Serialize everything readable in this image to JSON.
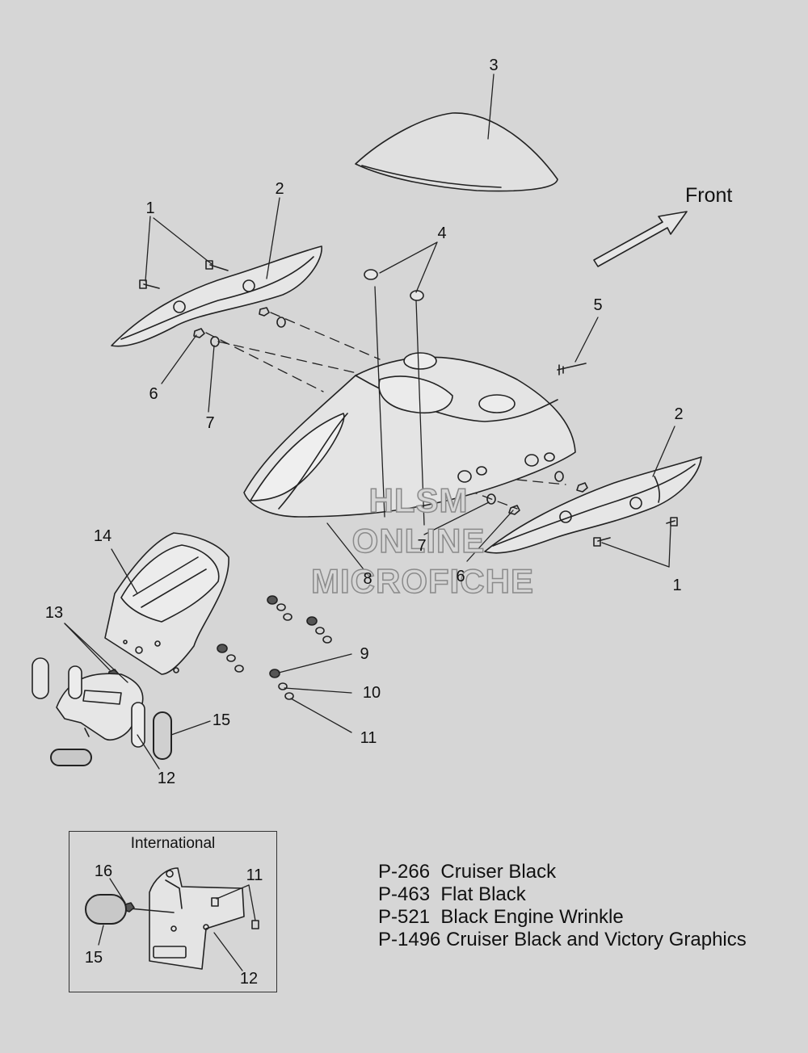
{
  "diagram": {
    "front_label": "Front",
    "callouts": [
      {
        "id": "c3",
        "text": "3"
      },
      {
        "id": "c2-l",
        "text": "2"
      },
      {
        "id": "c1-l",
        "text": "1"
      },
      {
        "id": "c4",
        "text": "4"
      },
      {
        "id": "c5",
        "text": "5"
      },
      {
        "id": "c6-l",
        "text": "6"
      },
      {
        "id": "c7-l",
        "text": "7"
      },
      {
        "id": "c2-r",
        "text": "2"
      },
      {
        "id": "c7-r",
        "text": "7"
      },
      {
        "id": "c6-r",
        "text": "6"
      },
      {
        "id": "c8",
        "text": "8"
      },
      {
        "id": "c1-r",
        "text": "1"
      },
      {
        "id": "c14",
        "text": "14"
      },
      {
        "id": "c13",
        "text": "13"
      },
      {
        "id": "c9",
        "text": "9"
      },
      {
        "id": "c10",
        "text": "10"
      },
      {
        "id": "c11",
        "text": "11"
      },
      {
        "id": "c15",
        "text": "15"
      },
      {
        "id": "c12",
        "text": "12"
      },
      {
        "id": "c16-i",
        "text": "16"
      },
      {
        "id": "c11-i",
        "text": "11"
      },
      {
        "id": "c15-i",
        "text": "15"
      },
      {
        "id": "c12-i",
        "text": "12"
      }
    ]
  },
  "inset": {
    "title": "International"
  },
  "paint_codes": [
    {
      "code": "P-266",
      "gap": "  ",
      "name": "Cruiser Black"
    },
    {
      "code": "P-463",
      "gap": "  ",
      "name": "Flat Black"
    },
    {
      "code": "P-521",
      "gap": "  ",
      "name": "Black Engine Wrinkle"
    },
    {
      "code": "P-1496",
      "gap": " ",
      "name": "Cruiser Black and Victory Graphics"
    }
  ],
  "watermark": {
    "line1": "HLSM",
    "line2": "ONLINE",
    "line3": "MICROFICHE"
  },
  "colors": {
    "background": "#d6d6d6",
    "line": "#222222",
    "part_fill": "#e2e2e2"
  }
}
